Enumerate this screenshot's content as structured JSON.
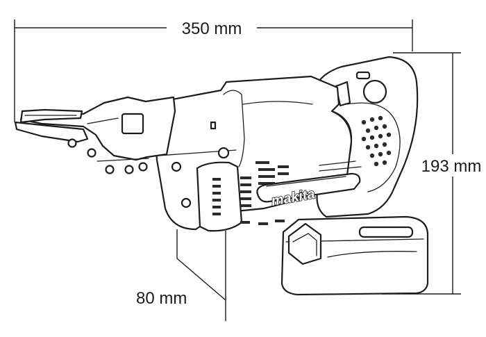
{
  "dimensions": {
    "length": "350 mm",
    "height": "193 mm",
    "width": "80 mm"
  },
  "brand": "makita"
}
